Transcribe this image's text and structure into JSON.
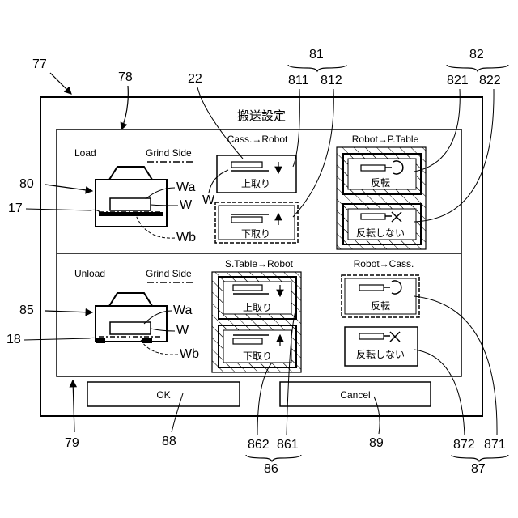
{
  "figure_refs": {
    "device": "77",
    "panel": "78",
    "lower_panel": "79",
    "chuck_load": "80",
    "chuck_unload": "85",
    "wafer_load": "17",
    "wafer_unload": "18",
    "hand": "22",
    "group_81": "81",
    "ref_811": "811",
    "ref_812": "812",
    "group_82": "82",
    "ref_821": "821",
    "ref_822": "822",
    "group_86": "86",
    "ref_861": "861",
    "ref_862": "862",
    "group_87": "87",
    "ref_871": "871",
    "ref_872": "872",
    "ok_ref": "88",
    "cancel_ref": "89"
  },
  "window": {
    "title": "搬送設定"
  },
  "load": {
    "label": "Load",
    "grind_side": "Grind Side",
    "wa": "Wa",
    "w": "W",
    "wb": "Wb",
    "w_hand": "W",
    "cass_robot": {
      "header": "Cass.→Robot",
      "upper_take": "上取り",
      "lower_take": "下取り"
    },
    "robot_ptable": {
      "header": "Robot→P.Table",
      "flip": "反転",
      "no_flip": "反転しない"
    }
  },
  "unload": {
    "label": "Unload",
    "grind_side": "Grind Side",
    "wa": "Wa",
    "w": "W",
    "wb": "Wb",
    "stable_robot": {
      "header": "S.Table→Robot",
      "upper_take": "上取り",
      "lower_take": "下取り"
    },
    "robot_cass": {
      "header": "Robot→Cass.",
      "flip": "反転",
      "no_flip": "反転しない"
    }
  },
  "buttons": {
    "ok": "OK",
    "cancel": "Cancel"
  }
}
